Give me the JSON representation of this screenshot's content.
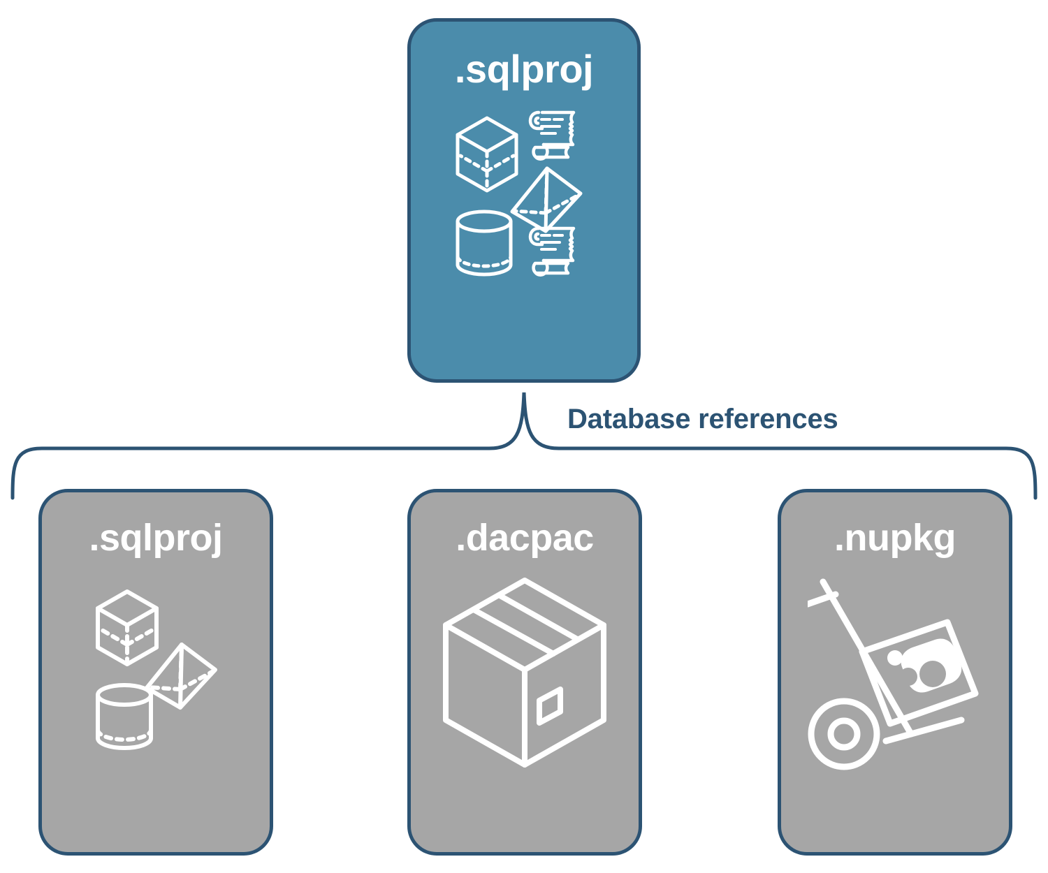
{
  "diagram": {
    "title_node": {
      "label": ".sqlproj",
      "fill_color": "#4b8cab",
      "border_color": "#2c5373",
      "text_color": "#ffffff",
      "icons": [
        "cube-icon",
        "scroll-icon",
        "pyramid-icon",
        "cylinder-icon",
        "scroll-icon"
      ]
    },
    "connector": {
      "label": "Database references",
      "label_color": "#2c5373",
      "stroke_color": "#2c5373",
      "style": "curly-brace"
    },
    "children": [
      {
        "label": ".sqlproj",
        "fill_color": "#a6a6a6",
        "border_color": "#2c5373",
        "text_color": "#ffffff",
        "icons": [
          "cube-icon",
          "pyramid-icon",
          "cylinder-icon"
        ]
      },
      {
        "label": ".dacpac",
        "fill_color": "#a6a6a6",
        "border_color": "#2c5373",
        "text_color": "#ffffff",
        "icons": [
          "package-box-icon"
        ]
      },
      {
        "label": ".nupkg",
        "fill_color": "#a6a6a6",
        "border_color": "#2c5373",
        "text_color": "#ffffff",
        "icons": [
          "hand-truck-icon",
          "nuget-package-icon"
        ]
      }
    ]
  }
}
